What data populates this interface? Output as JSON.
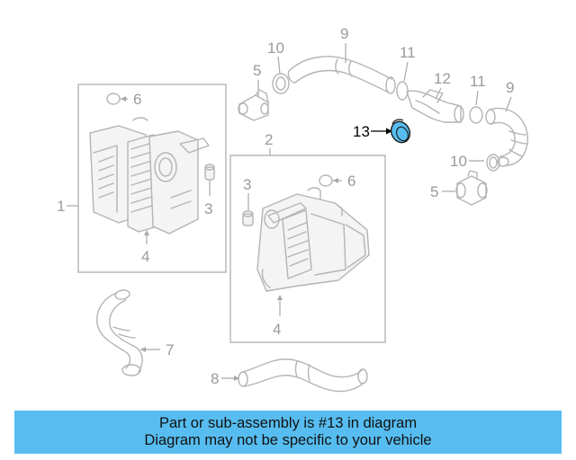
{
  "callouts": {
    "c10_top": "10",
    "c9_top": "9",
    "c11_top": "11",
    "c5_top": "5",
    "c12": "12",
    "c11_right": "11",
    "c9_right": "9",
    "c13": "13",
    "c10_right": "10",
    "c5_right": "5",
    "c6_left": "6",
    "c1": "1",
    "c3_left": "3",
    "c4_left": "4",
    "c2": "2",
    "c3_right": "3",
    "c6_right": "6",
    "c4_right": "4",
    "c7": "7",
    "c8": "8"
  },
  "highlight": {
    "part_number": "13",
    "color": "#57bdf0"
  },
  "banner": {
    "line1": "Part or sub-assembly is #13 in diagram",
    "line2": "Diagram may not be specific to your vehicle",
    "background": "#57bdf0"
  }
}
